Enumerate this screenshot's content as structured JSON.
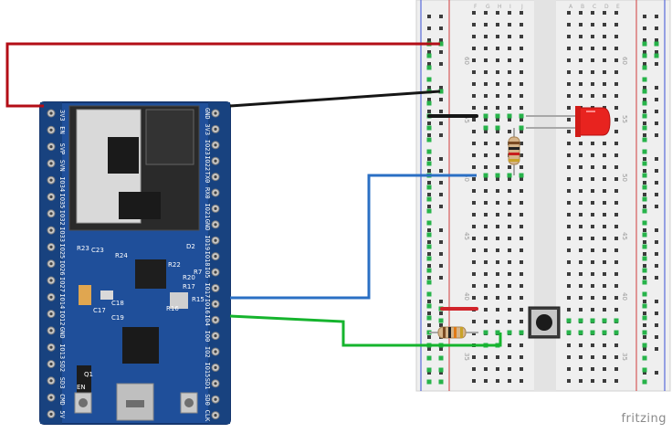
{
  "brand": "fritzing",
  "colors": {
    "board_blue": "#1f4f9a",
    "board_dark": "#15366e",
    "breadboard": "#efefef",
    "rail_red": "#d23b3b",
    "rail_blue": "#3a4fd6",
    "hole_green": "#27b34a",
    "wire_red": "#b30d16",
    "wire_black": "#161616",
    "wire_blue": "#2a6fc4",
    "wire_green": "#15b42d",
    "led_red": "#e8231f"
  },
  "breadboard": {
    "row_numbers": [
      "60",
      "55",
      "50",
      "45",
      "40",
      "35"
    ],
    "column_letters_left": [
      "F",
      "G",
      "H",
      "I",
      "J"
    ],
    "column_letters_right": [
      "A",
      "B",
      "C",
      "D",
      "E"
    ]
  },
  "board": {
    "pins_right": [
      "GND",
      "3V3",
      "IO23",
      "IO22",
      "TX0",
      "RX0",
      "IO21",
      "GND",
      "IO19",
      "IO18",
      "IO5",
      "IO17",
      "IO16",
      "IO4",
      "IO0",
      "IO2",
      "IO15",
      "SD1",
      "SD0",
      "CLK"
    ],
    "pins_left": [
      "3V3",
      "EN",
      "SVP",
      "SVN",
      "IO34",
      "IO35",
      "IO32",
      "IO33",
      "IO25",
      "IO26",
      "IO27",
      "IO14",
      "IO12",
      "GND",
      "IO13",
      "SD2",
      "SD3",
      "CMD",
      "5V"
    ],
    "components": [
      "D2",
      "R23",
      "C23",
      "R24",
      "R22",
      "R20",
      "R17",
      "R7",
      "R15",
      "R16",
      "C19",
      "C17",
      "C18",
      "Q1",
      "EN"
    ]
  },
  "icons": [
    "led-icon",
    "resistor-icon",
    "pushbutton-icon",
    "usb-port-icon"
  ]
}
